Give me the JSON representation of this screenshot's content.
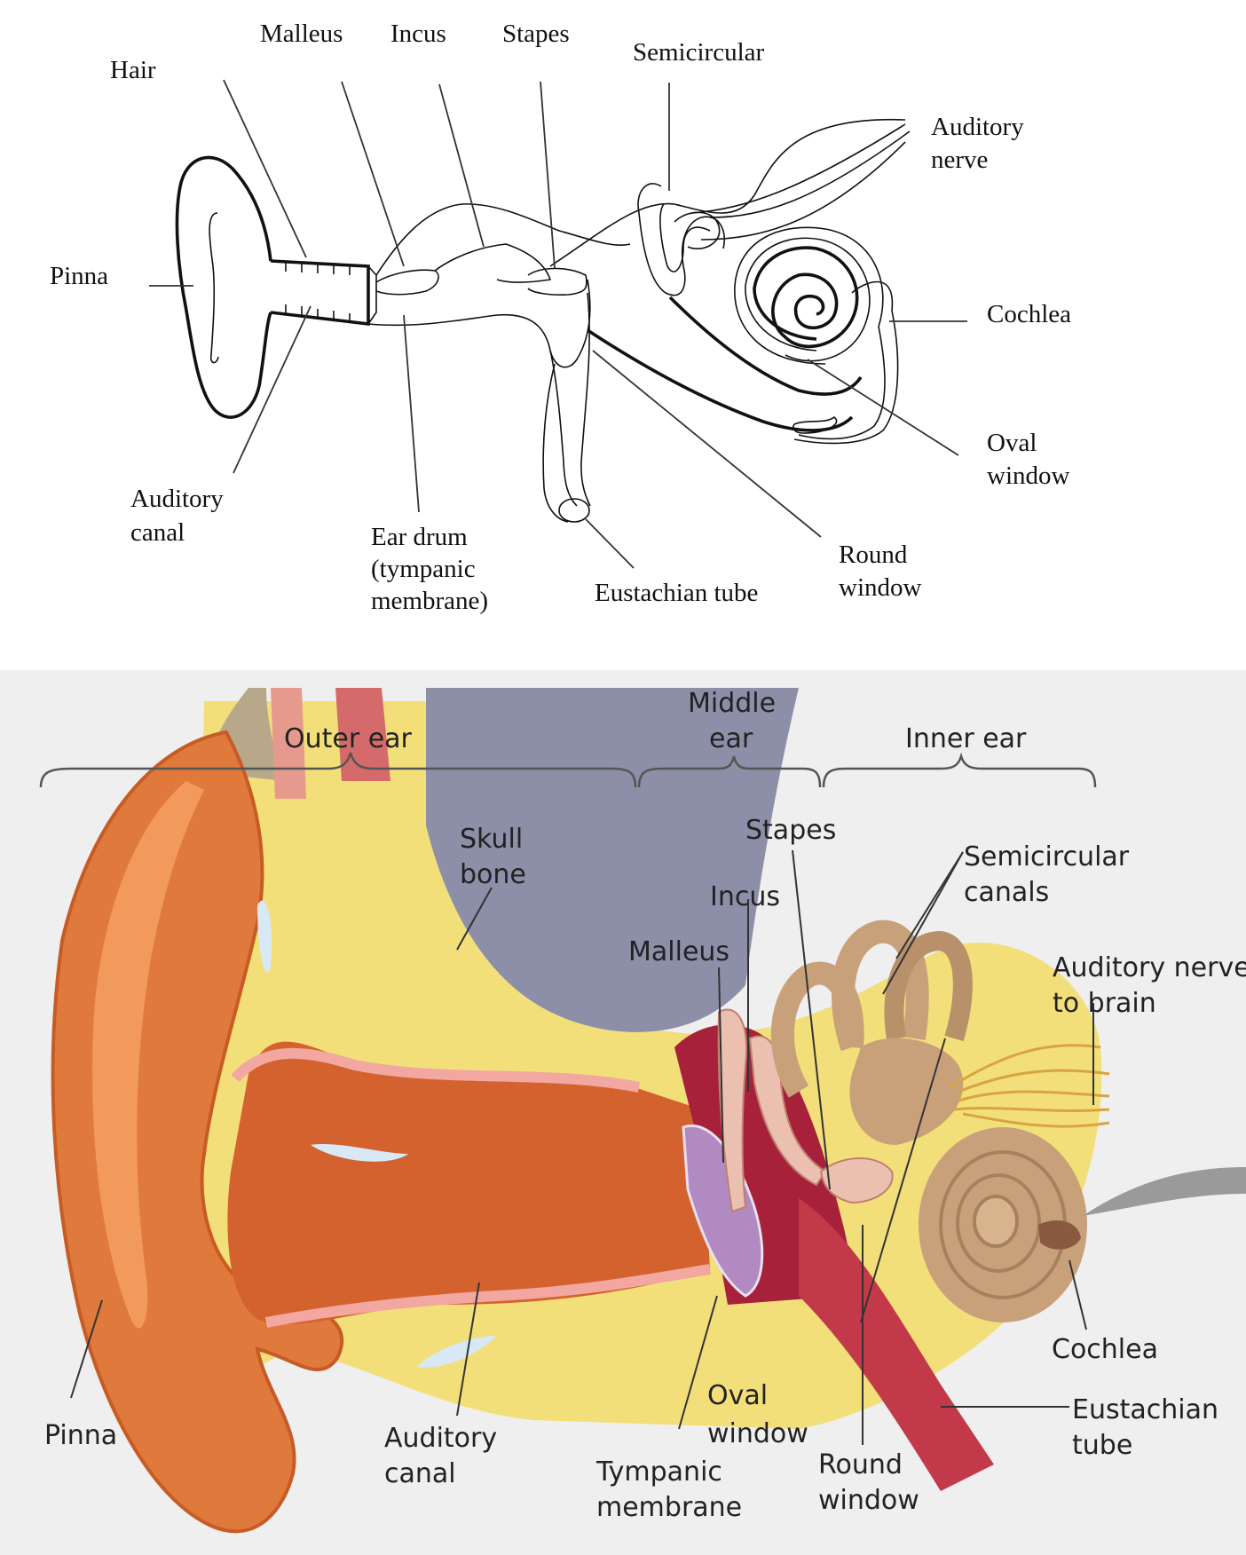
{
  "top_diagram": {
    "labels": {
      "hair": "Hair",
      "malleus": "Malleus",
      "incus": "Incus",
      "stapes": "Stapes",
      "semicircular": "Semicircular",
      "auditory_nerve_1": "Auditory",
      "auditory_nerve_2": "nerve",
      "pinna": "Pinna",
      "cochlea": "Cochlea",
      "oval_window_1": "Oval",
      "oval_window_2": "window",
      "auditory_canal_1": "Auditory",
      "auditory_canal_2": "canal",
      "ear_drum_1": "Ear drum",
      "ear_drum_2": "(tympanic",
      "ear_drum_3": "membrane)",
      "eustachian_tube": "Eustachian tube",
      "round_window_1": "Round",
      "round_window_2": "window"
    }
  },
  "bottom_diagram": {
    "labels": {
      "outer_ear": "Outer ear",
      "middle_ear_1": "Middle",
      "middle_ear_2": "ear",
      "inner_ear": "Inner ear",
      "skull_bone_1": "Skull",
      "skull_bone_2": "bone",
      "stapes": "Stapes",
      "incus": "Incus",
      "malleus": "Malleus",
      "semicircular_canals_1": "Semicircular",
      "semicircular_canals_2": "canals",
      "auditory_nerve_1": "Auditory nerve",
      "auditory_nerve_2": "to brain",
      "cochlea": "Cochlea",
      "oval_window_1": "Oval",
      "oval_window_2": "window",
      "eustachian_tube_1": "Eustachian",
      "eustachian_tube_2": "tube",
      "round_window_1": "Round",
      "round_window_2": "window",
      "tympanic_membrane_1": "Tympanic",
      "tympanic_membrane_2": "membrane",
      "auditory_canal_1": "Auditory",
      "auditory_canal_2": "canal",
      "pinna": "Pinna"
    },
    "colors": {
      "pinna": "#e07a3c",
      "canal": "#d4622f",
      "skull": "#f2df7a",
      "middle_cavity": "#a8213a",
      "inner_ear": "#c8a07a",
      "background": "#efefef"
    }
  }
}
